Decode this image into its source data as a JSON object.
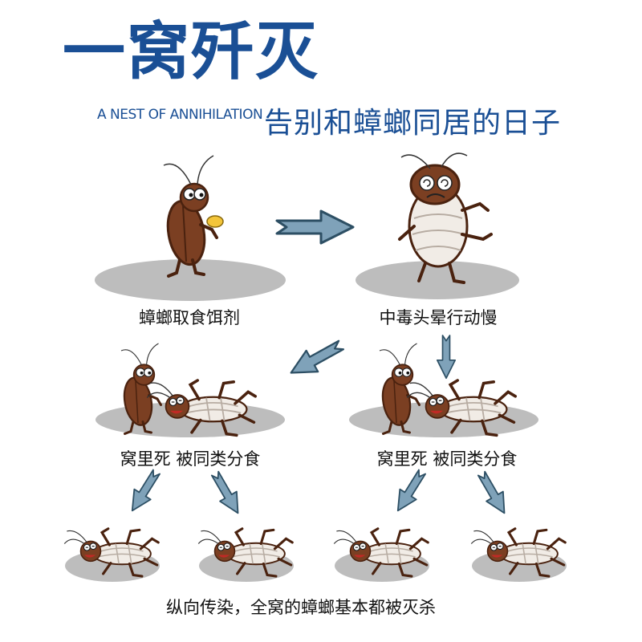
{
  "title": "一窝歼灭",
  "subtitle_en": "A NEST OF ANNIHILATION",
  "subtitle_cn": "告别和蟑螂同居的日子",
  "steps": {
    "eat": "蟑螂取食饵剂",
    "poisoned": "中毒头晕行动慢",
    "die_left": "窝里死 被同类分食",
    "die_right": "窝里死 被同类分食"
  },
  "conclusion": "纵向传染，全窝的蟑螂基本都被灭杀",
  "colors": {
    "title": "#1a4f95",
    "arrow_fill": "#7fa2b9",
    "arrow_stroke": "#2d4f64",
    "shadow": "#bdbdbd",
    "roach_body": "#7b3f22",
    "roach_dark": "#4a220f",
    "roach_belly": "#f1ece6"
  }
}
